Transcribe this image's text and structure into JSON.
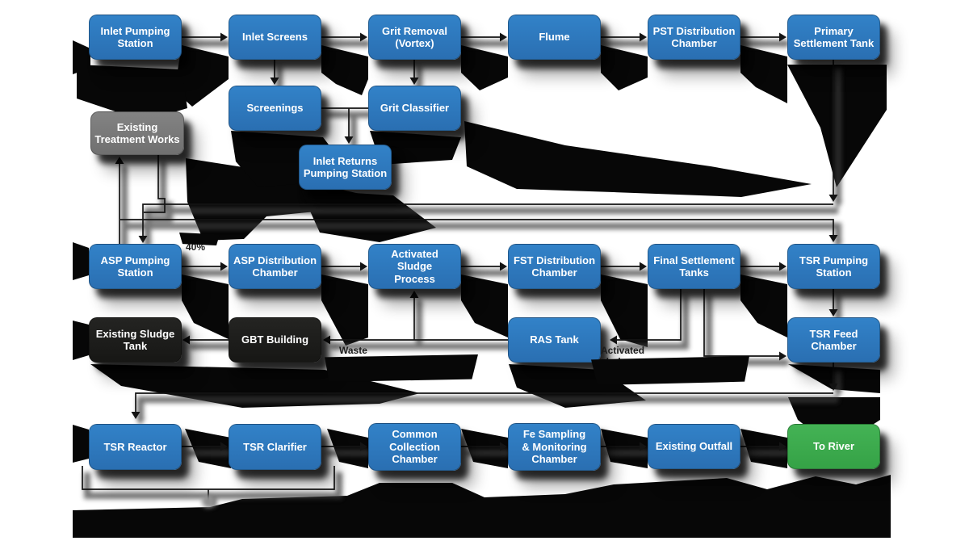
{
  "diagram": {
    "subject": "Wastewater treatment works process flow",
    "colors": {
      "process_box": "#2e7abf",
      "existing_works_box": "#7a7a7a",
      "sludge_box": "#1d1d1b",
      "river_box": "#3aad4b",
      "connector_line": "#141414",
      "background": "#ffffff"
    }
  },
  "nodes": [
    {
      "id": "inlet-pumping-station",
      "label": "Inlet Pumping\nStation",
      "type": "process"
    },
    {
      "id": "inlet-screens",
      "label": "Inlet Screens",
      "type": "process"
    },
    {
      "id": "grit-removal-vortex",
      "label": "Grit Removal\n(Vortex)",
      "type": "process"
    },
    {
      "id": "flume",
      "label": "Flume",
      "type": "process"
    },
    {
      "id": "pst-distribution-chamber",
      "label": "PST Distribution\nChamber",
      "type": "process"
    },
    {
      "id": "primary-settlement-tank",
      "label": "Primary\nSettlement Tank",
      "type": "process"
    },
    {
      "id": "screenings",
      "label": "Screenings",
      "type": "process"
    },
    {
      "id": "grit-classifier",
      "label": "Grit Classifier",
      "type": "process"
    },
    {
      "id": "existing-treatment-works",
      "label": "Existing\nTreatment Works",
      "type": "existing"
    },
    {
      "id": "inlet-returns-pumping-station",
      "label": "Inlet Returns\nPumping Station",
      "type": "process"
    },
    {
      "id": "asp-pumping-station",
      "label": "ASP Pumping\nStation",
      "type": "process"
    },
    {
      "id": "asp-distribution-chamber",
      "label": "ASP Distribution\nChamber",
      "type": "process"
    },
    {
      "id": "activated-sludge-process",
      "label": "Activated Sludge\nProcess",
      "type": "process"
    },
    {
      "id": "fst-distribution-chamber",
      "label": "FST Distribution\nChamber",
      "type": "process"
    },
    {
      "id": "final-settlement-tanks",
      "label": "Final Settlement\nTanks",
      "type": "process"
    },
    {
      "id": "tsr-pumping-station",
      "label": "TSR Pumping\nStation",
      "type": "process"
    },
    {
      "id": "existing-sludge-tank",
      "label": "Existing Sludge\nTank",
      "type": "sludge"
    },
    {
      "id": "gbt-building",
      "label": "GBT Building",
      "type": "sludge"
    },
    {
      "id": "ras-tank",
      "label": "RAS Tank",
      "type": "process"
    },
    {
      "id": "tsr-feed-chamber",
      "label": "TSR Feed\nChamber",
      "type": "process"
    },
    {
      "id": "tsr-reactor",
      "label": "TSR Reactor",
      "type": "process"
    },
    {
      "id": "tsr-clarifier",
      "label": "TSR Clarifier",
      "type": "process"
    },
    {
      "id": "common-collection-chamber",
      "label": "Common\nCollection\nChamber",
      "type": "process"
    },
    {
      "id": "fe-sampling-monitoring-chamber",
      "label": "Fe Sampling\n& Monitoring\nChamber",
      "type": "process"
    },
    {
      "id": "existing-outfall",
      "label": "Existing Outfall",
      "type": "process"
    },
    {
      "id": "to-river",
      "label": "To River",
      "type": "river"
    }
  ],
  "flow_labels": [
    {
      "id": "split-40",
      "text": "40%"
    },
    {
      "id": "waste-sludge",
      "text": "Waste sludge"
    },
    {
      "id": "activated-sludge",
      "text": "Activated sludge"
    }
  ]
}
